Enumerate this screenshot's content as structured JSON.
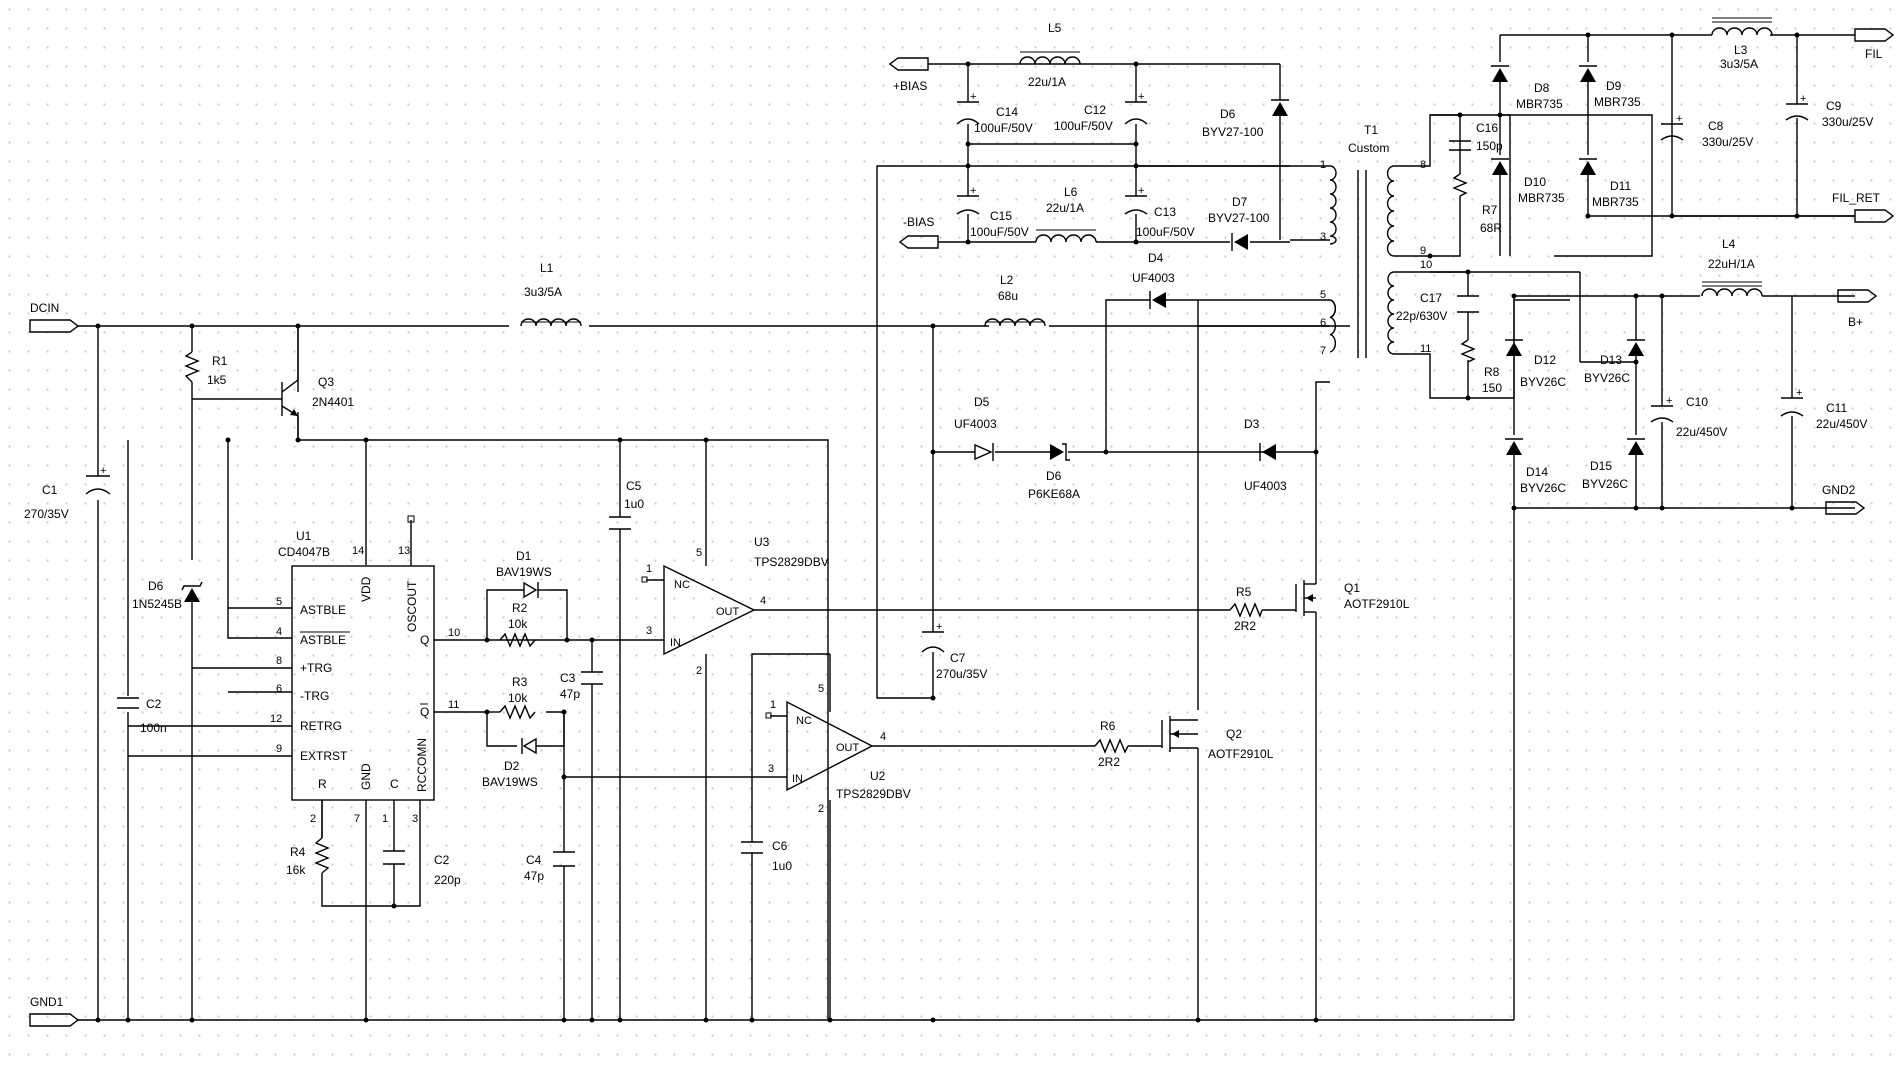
{
  "ports": {
    "dcin": "DCIN",
    "gnd1": "GND1",
    "pbias": "+BIAS",
    "nbias": "-BIAS",
    "fil": "FIL",
    "fil_ret": "FIL_RET",
    "bplus": "B+",
    "gnd2": "GND2"
  },
  "parts": {
    "C1": {
      "ref": "C1",
      "val": "270/35V"
    },
    "C2a": {
      "ref": "C2",
      "val": "100n"
    },
    "R1": {
      "ref": "R1",
      "val": "1k5"
    },
    "Q3": {
      "ref": "Q3",
      "val": "2N4401"
    },
    "D6z": {
      "ref": "D6",
      "val": "1N5245B"
    },
    "U1": {
      "ref": "U1",
      "val": "CD4047B"
    },
    "R4": {
      "ref": "R4",
      "val": "16k"
    },
    "C2b": {
      "ref": "C2",
      "val": "220p"
    },
    "D1": {
      "ref": "D1",
      "val": "BAV19WS"
    },
    "R2": {
      "ref": "R2",
      "val": "10k"
    },
    "R3": {
      "ref": "R3",
      "val": "10k"
    },
    "D2": {
      "ref": "D2",
      "val": "BAV19WS"
    },
    "C3": {
      "ref": "C3",
      "val": "47p"
    },
    "C4": {
      "ref": "C4",
      "val": "47p"
    },
    "C5": {
      "ref": "C5",
      "val": "1u0"
    },
    "U3": {
      "ref": "U3",
      "val": "TPS2829DBV"
    },
    "U2": {
      "ref": "U2",
      "val": "TPS2829DBV"
    },
    "C6": {
      "ref": "C6",
      "val": "1u0"
    },
    "L1": {
      "ref": "L1",
      "val": "3u3/5A"
    },
    "L2": {
      "ref": "L2",
      "val": "68u"
    },
    "C7": {
      "ref": "C7",
      "val": "270u/35V"
    },
    "D5": {
      "ref": "D5",
      "val": "UF4003"
    },
    "D6t": {
      "ref": "D6",
      "val": "P6KE68A"
    },
    "D3": {
      "ref": "D3",
      "val": "UF4003"
    },
    "D4": {
      "ref": "D4",
      "val": "UF4003"
    },
    "R5": {
      "ref": "R5",
      "val": "2R2"
    },
    "R6": {
      "ref": "R6",
      "val": "2R2"
    },
    "Q1": {
      "ref": "Q1",
      "val": "AOTF2910L"
    },
    "Q2": {
      "ref": "Q2",
      "val": "AOTF2910L"
    },
    "L5": {
      "ref": "L5",
      "val": "22u/1A"
    },
    "L6": {
      "ref": "L6",
      "val": "22u/1A"
    },
    "C14": {
      "ref": "C14",
      "val": "100uF/50V"
    },
    "C12": {
      "ref": "C12",
      "val": "100uF/50V"
    },
    "C15": {
      "ref": "C15",
      "val": "100uF/50V"
    },
    "C13": {
      "ref": "C13",
      "val": "100uF/50V"
    },
    "D6b": {
      "ref": "D6",
      "val": "BYV27-100"
    },
    "D7": {
      "ref": "D7",
      "val": "BYV27-100"
    },
    "T1": {
      "ref": "T1",
      "val": "Custom"
    },
    "C16": {
      "ref": "C16",
      "val": "150p"
    },
    "R7": {
      "ref": "R7",
      "val": "68R"
    },
    "D8": {
      "ref": "D8",
      "val": "MBR735"
    },
    "D9": {
      "ref": "D9",
      "val": "MBR735"
    },
    "D10": {
      "ref": "D10",
      "val": "MBR735"
    },
    "D11": {
      "ref": "D11",
      "val": "MBR735"
    },
    "L3": {
      "ref": "L3",
      "val": "3u3/5A"
    },
    "C8": {
      "ref": "C8",
      "val": "330u/25V"
    },
    "C9": {
      "ref": "C9",
      "val": "330u/25V"
    },
    "C17": {
      "ref": "C17",
      "val": "22p/630V"
    },
    "R8": {
      "ref": "R8",
      "val": "150"
    },
    "L4": {
      "ref": "L4",
      "val": "22uH/1A"
    },
    "D12": {
      "ref": "D12",
      "val": "BYV26C"
    },
    "D13": {
      "ref": "D13",
      "val": "BYV26C"
    },
    "D14": {
      "ref": "D14",
      "val": "BYV26C"
    },
    "D15": {
      "ref": "D15",
      "val": "BYV26C"
    },
    "C10": {
      "ref": "C10",
      "val": "22u/450V"
    },
    "C11": {
      "ref": "C11",
      "val": "22u/450V"
    }
  },
  "u1_pins": {
    "astble": "ASTBLE",
    "astble_n": "ASTBLE",
    "ptrg": "+TRG",
    "ntrg": "-TRG",
    "retrg": "RETRG",
    "extrst": "EXTRST",
    "r": "R",
    "gnd": "GND",
    "c": "C",
    "rccomn": "RCCOMN",
    "vdd": "VDD",
    "oscout": "OSCOUT",
    "q": "Q",
    "qn": "Q"
  },
  "drv_pins": {
    "nc": "NC",
    "out": "OUT",
    "in": "IN"
  },
  "pin_numbers": {
    "p5": "5",
    "p4": "4",
    "p8": "8",
    "p6": "6",
    "p12": "12",
    "p9": "9",
    "p14": "14",
    "p13": "13",
    "p10": "10",
    "p11": "11",
    "p2": "2",
    "p7": "7",
    "p1": "1",
    "p3": "3",
    "u3_1": "1",
    "u3_5": "5",
    "u3_4": "4",
    "u3_3": "3",
    "u3_2": "2",
    "u2_1": "1",
    "u2_5": "5",
    "u2_4": "4",
    "u2_3": "3",
    "u2_2": "2",
    "t1": "1",
    "t3": "3",
    "t5": "5",
    "t6": "6",
    "t7": "7",
    "t8": "8",
    "t9": "9",
    "t10": "10",
    "t11": "11"
  }
}
